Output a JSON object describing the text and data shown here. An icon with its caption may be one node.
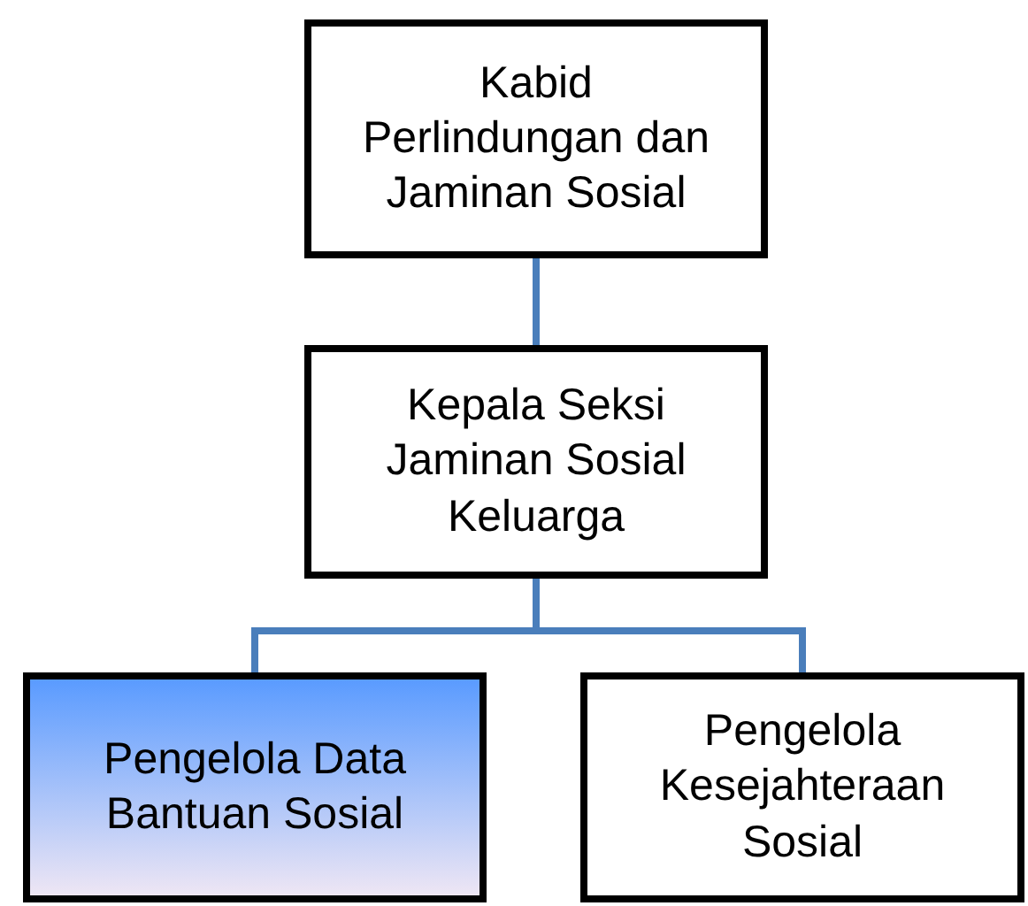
{
  "diagram": {
    "nodes": [
      {
        "text": [
          "Kabid Perlindungan dan Jaminan Sosial"
        ]
      },
      {
        "text": [
          "Kepala Seksi Jaminan Sosial Keluarga"
        ]
      },
      {
        "text": [
          "Pengelola Data Bantuan Sosial"
        ]
      },
      {
        "text": [
          "Pengelola Kesejahteraan Sosial"
        ]
      }
    ],
    "edges": [
      {
        "from": 0,
        "to": 1,
        "arrow": "none"
      },
      {
        "from": 1,
        "to": 2,
        "arrow": "none"
      },
      {
        "from": 1,
        "to": 3,
        "arrow": "none"
      }
    ]
  }
}
